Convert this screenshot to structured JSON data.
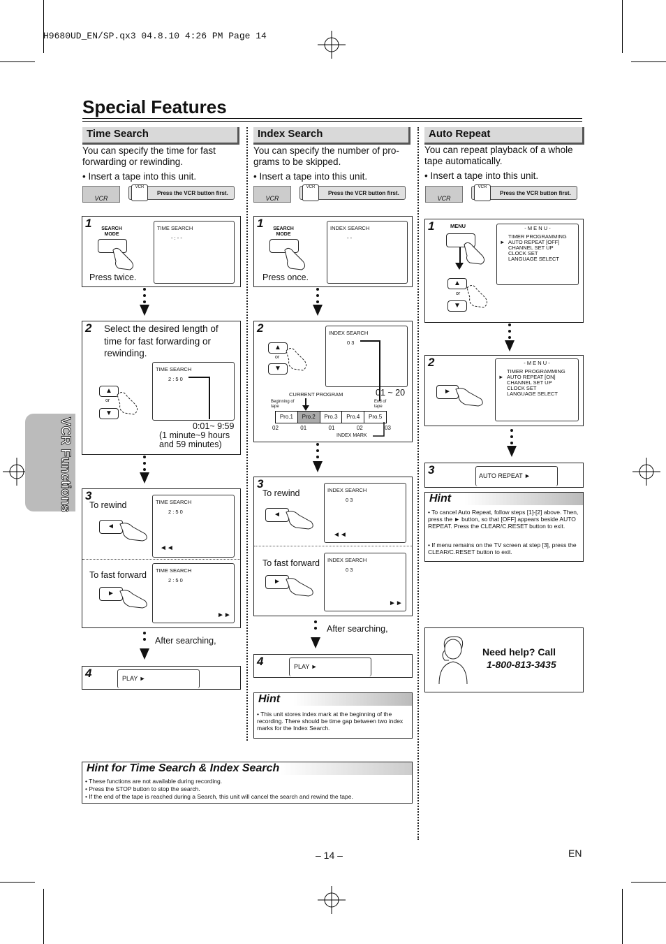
{
  "crop_header": "H9680UD_EN/SP.qx3  04.8.10  4:26 PM  Page 14",
  "page_title": "Special Features",
  "side_tab": "VCR Functions",
  "vcr_pill": {
    "vcr": "VCR",
    "tag": "VCR",
    "text": "Press the VCR button first."
  },
  "time_search": {
    "heading": "Time Search",
    "intro": "You can specify the time for fast forwarding or rewinding.",
    "bullet": "• Insert a tape into this unit.",
    "step1": {
      "num": "1",
      "btn_label": "SEARCH MODE",
      "screen": "TIME SEARCH",
      "screen_val": "- : - -",
      "caption": "Press twice."
    },
    "step2": {
      "num": "2",
      "text": "Select the desired length of time for fast forwarding or rewinding.",
      "screen": "TIME SEARCH",
      "screen_val": "2 : 5 0",
      "or": "or",
      "range": "0:01~ 9:59",
      "range2": "(1 minute~9 hours",
      "range3": "and 59 minutes)"
    },
    "step3": {
      "num": "3",
      "rewind": "To rewind",
      "ff": "To fast forward",
      "screen": "TIME SEARCH",
      "screen_val": "2 : 5 0",
      "rew_sym": "◄◄",
      "ff_sym": "►►"
    },
    "after": "After searching,",
    "step4": {
      "num": "4",
      "screen": "PLAY ►"
    }
  },
  "index_search": {
    "heading": "Index Search",
    "intro": "You can specify the number of pro-grams to be skipped.",
    "bullet": "• Insert a tape into this unit.",
    "step1": {
      "num": "1",
      "btn_label": "SEARCH MODE",
      "screen": "INDEX SEARCH",
      "screen_val": "- -",
      "caption": "Press once."
    },
    "step2": {
      "num": "2",
      "screen": "INDEX SEARCH",
      "screen_val": "0 3",
      "or": "or",
      "range": "01 ~ 20",
      "current": "CURRENT PROGRAM",
      "begin": "Beginning of tape",
      "end": "End of tape",
      "programs": [
        "Pro.1",
        "Pro.2",
        "Pro.3",
        "Pro.4",
        "Pro.5"
      ],
      "marks": [
        "02",
        "01",
        "01",
        "02",
        "03"
      ],
      "index_mark": "INDEX MARK"
    },
    "step3": {
      "num": "3",
      "rewind": "To rewind",
      "ff": "To fast forward",
      "screen": "INDEX SEARCH",
      "screen_val": "0 3",
      "rew_sym": "◄◄",
      "ff_sym": "►►"
    },
    "after": "After searching,",
    "step4": {
      "num": "4",
      "screen": "PLAY ►"
    },
    "hint_title": "Hint",
    "hint": "• This unit stores index mark at the beginning of the recording. There should be time gap between two index marks for the Index Search."
  },
  "auto_repeat": {
    "heading": "Auto Repeat",
    "intro": "You can repeat playback of a whole tape automatically.",
    "bullet": "• Insert a tape into this unit.",
    "step1": {
      "num": "1",
      "btn_label": "MENU",
      "or": "or",
      "menu_title": "- M E N U -",
      "items": [
        "TIMER PROGRAMMING",
        "AUTO REPEAT  [OFF]",
        "CHANNEL SET UP",
        "CLOCK SET",
        "LANGUAGE SELECT"
      ]
    },
    "step2": {
      "num": "2",
      "menu_title": "- M E N U -",
      "items": [
        "TIMER PROGRAMMING",
        "AUTO REPEAT  [ON]",
        "CHANNEL SET UP",
        "CLOCK SET",
        "LANGUAGE SELECT"
      ]
    },
    "step3": {
      "num": "3",
      "screen": "AUTO REPEAT ►"
    },
    "hint_title": "Hint",
    "hint1": "• To cancel Auto Repeat, follow steps [1]-[2] above. Then, press the ► button, so that [OFF] appears beside AUTO REPEAT.  Press the CLEAR/C.RESET button to exit.",
    "hint2": "• If menu remains on the TV screen at step [3], press the CLEAR/C.RESET button to exit."
  },
  "help": {
    "line1": "Need help? Call",
    "phone": "1-800-813-3435"
  },
  "bottom_hint": {
    "title": "Hint for Time Search & Index Search",
    "items": [
      "• These functions are not available during recording.",
      "• Press the STOP button to stop the search.",
      "• If the end of the tape is reached during a Search, this unit will cancel the search and rewind the tape."
    ]
  },
  "page_number": "– 14 –",
  "lang": "EN"
}
